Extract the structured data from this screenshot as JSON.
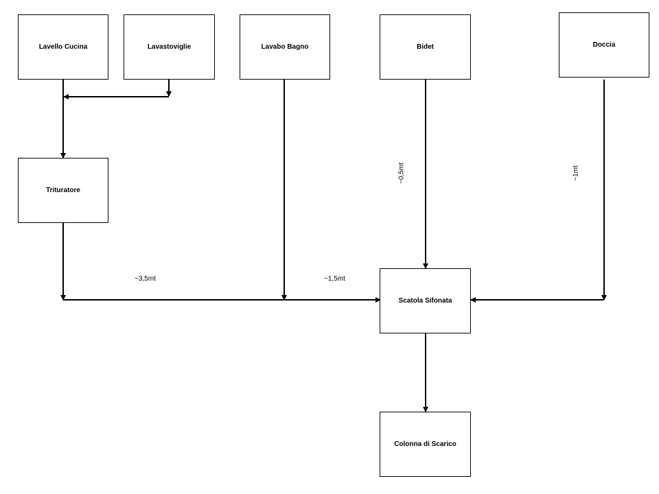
{
  "nodes": {
    "lavello_cucina": "Lavello Cucina",
    "lavastoviglie": "Lavastoviglie",
    "lavabo_bagno": "Lavabo Bagno",
    "bidet": "Bidet",
    "doccia": "Doccia",
    "trituratore": "Trituratore",
    "scatola_sifonata": "Scatola Sifonata",
    "colonna_scarico": "Colonna di Scarico"
  },
  "distances": {
    "trituratore_run": "~3,5mt",
    "lavabo_run": "~1,5mt",
    "bidet_run": "~0,5mt",
    "doccia_run": "~1mt"
  },
  "colors": {
    "line": "#000000",
    "box_border": "#000000",
    "background": "#ffffff"
  }
}
